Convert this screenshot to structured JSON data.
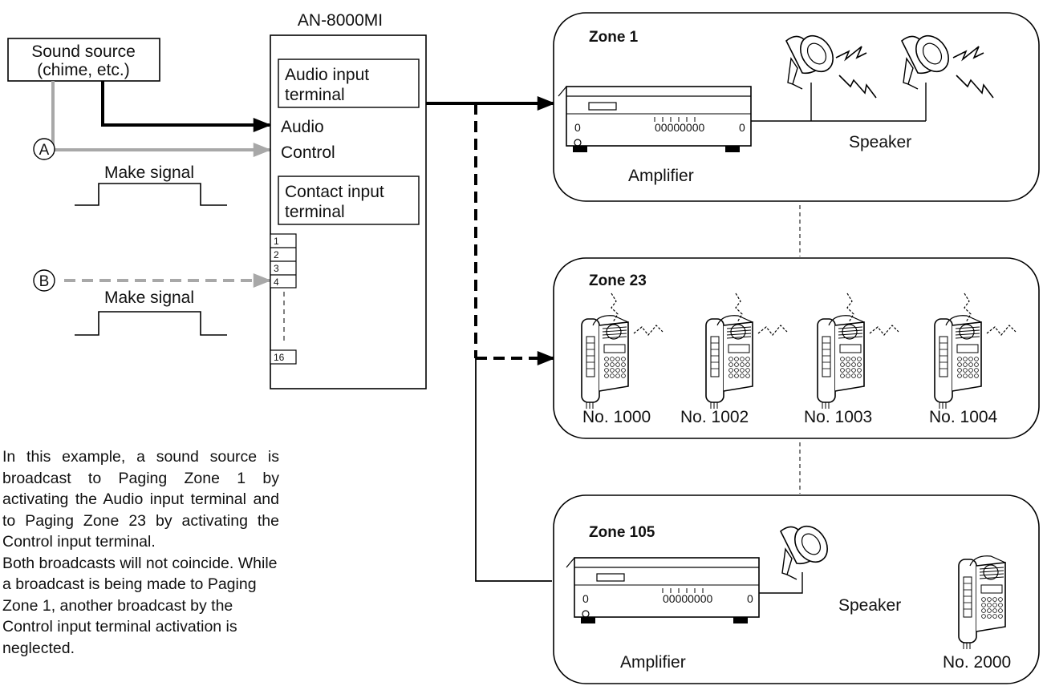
{
  "device": {
    "name": "AN-8000MI",
    "audio_input_box": [
      "Audio input",
      "terminal"
    ],
    "audio_label": "Audio",
    "control_label": "Control",
    "contact_input_box": [
      "Contact input",
      "terminal"
    ],
    "contact_terminals": [
      "1",
      "2",
      "3",
      "4",
      "16"
    ]
  },
  "source": {
    "label": [
      "Sound source",
      "(chime, etc.)"
    ],
    "marker_a": "A",
    "marker_b": "B",
    "make_signal_a": "Make signal",
    "make_signal_b": "Make signal"
  },
  "zones": {
    "zone1": {
      "title": "Zone 1",
      "speaker_label": "Speaker",
      "amplifier_label": "Amplifier"
    },
    "zone23": {
      "title": "Zone 23",
      "stations": [
        "No. 1000",
        "No. 1002",
        "No. 1003",
        "No. 1004"
      ]
    },
    "zone105": {
      "title": "Zone 105",
      "speaker_label": "Speaker",
      "amplifier_label": "Amplifier",
      "station_label": "No. 2000"
    }
  },
  "description": {
    "paragraph1": "In this example, a sound source is broadcast to Paging Zone 1 by activating the Audio input terminal and to Paging Zone 23 by activating the Control input terminal.",
    "paragraph2": "Both broadcasts will not coincide. While a broadcast is being made to Paging Zone 1, another broadcast by the Control input terminal activation is neglected."
  },
  "colors": {
    "line": "#000000",
    "control_line": "#a8a8a8"
  }
}
